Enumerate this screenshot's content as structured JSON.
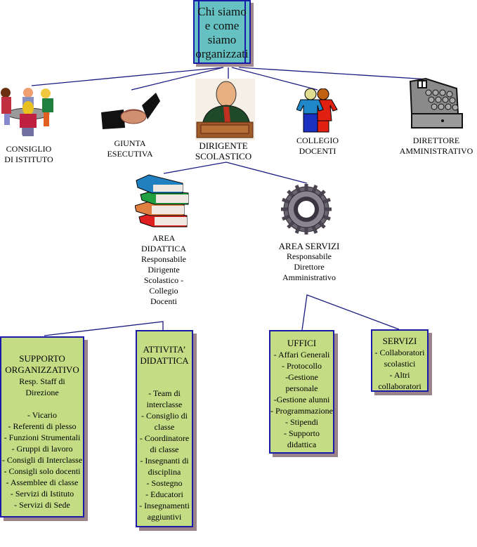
{
  "title": {
    "lines": [
      "Chi siamo",
      "e come",
      "siamo",
      "organizzati"
    ]
  },
  "top_level": [
    {
      "id": "consiglio",
      "icon": "people-around-table-icon",
      "lines": [
        "CONSIGLIO",
        "DI  ISTITUTO"
      ]
    },
    {
      "id": "giunta",
      "icon": "handshake-icon",
      "lines": [
        "GIUNTA",
        "ESECUTIVA"
      ]
    },
    {
      "id": "dirigente",
      "icon": "principal-at-desk-icon",
      "lines": [
        "DIRIGENTE",
        "SCOLASTICO"
      ]
    },
    {
      "id": "collegio",
      "icon": "two-people-icon",
      "lines": [
        "COLLEGIO",
        "DOCENTI"
      ]
    },
    {
      "id": "direttore",
      "icon": "cash-register-icon",
      "lines": [
        "DIRETTORE",
        "AMMINISTRATIVO"
      ]
    }
  ],
  "areas": [
    {
      "id": "area-didattica",
      "icon": "books-stack-icon",
      "lines": [
        "AREA",
        "DIDATTICA",
        "Responsabile",
        "Dirigente",
        "Scolastico -",
        "Collegio",
        "Docenti"
      ]
    },
    {
      "id": "area-servizi",
      "icon": "gear-icon",
      "lines": [
        "AREA SERVIZI",
        "Responsabile",
        "Direttore",
        "Amministrativo"
      ]
    }
  ],
  "boxes": [
    {
      "id": "supporto",
      "head": [
        "SUPPORTO",
        "ORGANIZZATIVO",
        "Resp. Staff di",
        "Direzione"
      ],
      "items": [
        "- Vicario",
        "- Referenti di plesso",
        "- Funzioni Strumentali",
        "- Gruppi di lavoro",
        "- Consigli di Interclasse",
        "- Consigli solo docenti",
        "- Assemblee di classe",
        "- Servizi di Istituto",
        "- Servizi di Sede"
      ]
    },
    {
      "id": "attivita",
      "head": [
        "ATTIVITA’",
        "DIDATTICA"
      ],
      "items": [
        "- Team di",
        "interclasse",
        "- Consiglio di",
        "classe",
        "- Coordinatore",
        "di classe",
        "- Insegnanti di",
        "disciplina",
        "- Sostegno",
        "- Educatori",
        "- Insegnamenti",
        "aggiuntivi"
      ]
    },
    {
      "id": "uffici",
      "head": [
        "UFFICI"
      ],
      "items": [
        "- Affari Generali",
        "- Protocollo",
        "-Gestione",
        "personale",
        "-Gestione alunni",
        "- Programmazione",
        "- Stipendi",
        "- Supporto",
        "didattica"
      ]
    },
    {
      "id": "servizi",
      "head": [
        "SERVIZI"
      ],
      "items": [
        "- Collaboratori",
        "scolastici",
        "- Altri",
        "collaboratori"
      ]
    }
  ],
  "colors": {
    "title_fill": "#66c2c2",
    "box_fill": "#c4dd84",
    "border": "#1a1aa8",
    "shadow": "#9a848a",
    "connector": "#1a1a80"
  }
}
